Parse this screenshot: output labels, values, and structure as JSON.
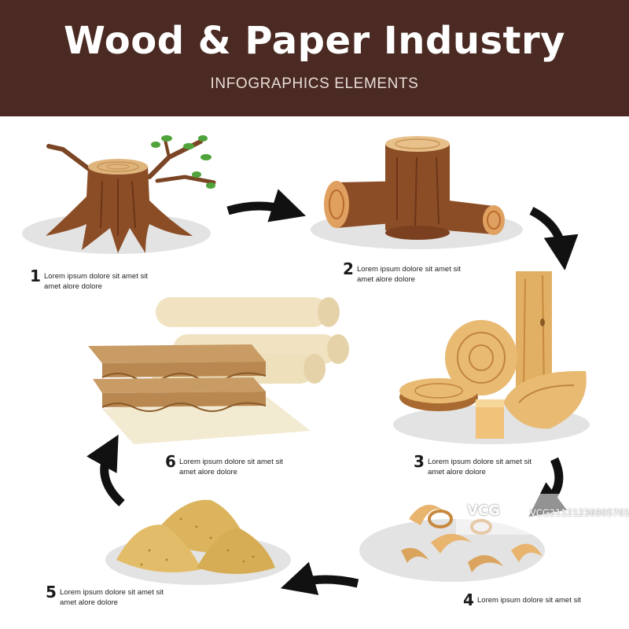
{
  "header": {
    "title": "Wood & Paper Industry",
    "subtitle": "INFOGRAPHICS ELEMENTS",
    "background_color": "#4a2a22"
  },
  "steps": [
    {
      "number": "1",
      "line1": "Lorem ipsum dolore sit amet sit",
      "line2": "amet alore dolore"
    },
    {
      "number": "2",
      "line1": "Lorem ipsum dolore sit amet sit",
      "line2": "amet alore dolore"
    },
    {
      "number": "3",
      "line1": "Lorem ipsum dolore sit amet sit",
      "line2": "amet alore dolore"
    },
    {
      "number": "4",
      "line1": "Lorem ipsum dolore sit amet sit",
      "line2": ""
    },
    {
      "number": "5",
      "line1": "Lorem ipsum dolore sit amet sit",
      "line2": "amet alore dolore"
    },
    {
      "number": "6",
      "line1": "Lorem ipsum dolore sit amet sit",
      "line2": "amet alore dolore"
    }
  ],
  "watermark": {
    "logo": "VCG",
    "id": "VCG21121236905701"
  },
  "icons": [
    "tree-stump-icon",
    "logs-icon",
    "lumber-pieces-icon",
    "wood-shavings-icon",
    "sawdust-piles-icon",
    "paper-cardboard-icon",
    "flow-arrow-icon"
  ]
}
